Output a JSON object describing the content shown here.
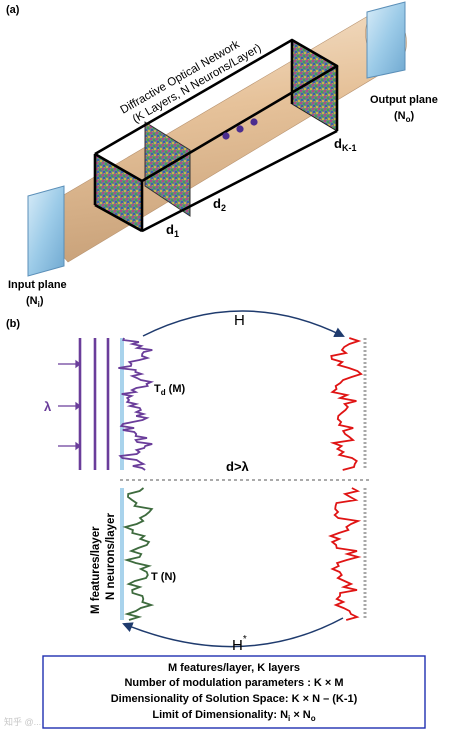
{
  "panel_a": {
    "label": "(a)",
    "network_title_1": "Diffractive Optical Network",
    "network_title_2": "(K Layers, N Neurons/Layer)",
    "output_plane_1": "Output plane",
    "output_plane_2": "(N",
    "output_plane_sub": "o",
    "input_plane_1": "Input plane",
    "input_plane_2": "(N",
    "input_plane_sub": "i",
    "d1": "d",
    "d1_sub": "1",
    "d2": "d",
    "d2_sub": "2",
    "dk": "d",
    "dk_sub": "K-1"
  },
  "panel_b": {
    "label": "(b)",
    "h_forward": "H",
    "h_backward": "H",
    "h_backward_sup": "*",
    "lambda": "λ",
    "td_label": "T",
    "td_sub": "d",
    "td_arg": " (M)",
    "t_label": "T (N)",
    "d_condition": "d>λ",
    "vertical_1": "M  features/layer",
    "vertical_2": "N neurons/layer"
  },
  "summary": {
    "line1": "M  features/layer, K layers",
    "line2": "Number of modulation parameters : K × M",
    "line3": "Dimensionality of Solution Space: K × N – (K-1)",
    "line4_pre": "Limit of Dimensionality: N",
    "line4_sub1": "i",
    "line4_mid": " × N",
    "line4_sub2": "o"
  },
  "watermark": "知乎 @...",
  "colors": {
    "beam": "#e8c9a4",
    "purple": "#6a3d9a",
    "green": "#3e6b3e",
    "red": "#e01414",
    "navy": "#1f3b6e",
    "box_border": "#1f2fb0",
    "glass": "#a9d3ec"
  }
}
